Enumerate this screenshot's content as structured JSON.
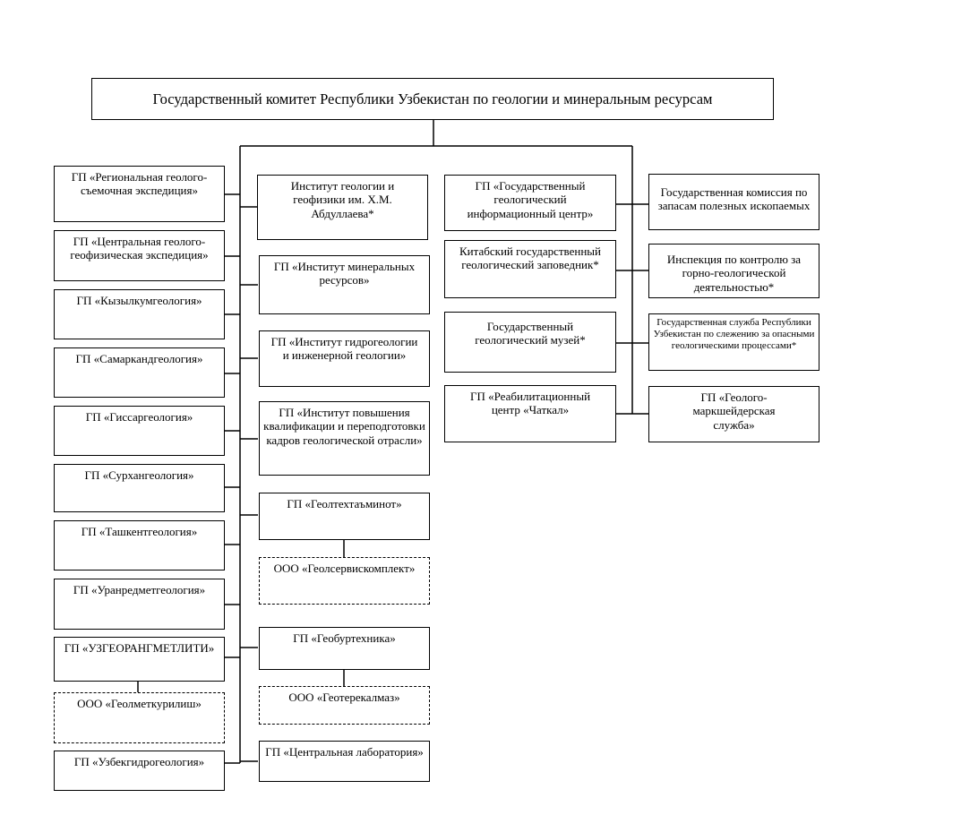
{
  "root": "Государственный комитет Республики Узбекистан по геологии и минеральным ресурсам",
  "col1": [
    "ГП «Региональная геолого-съемочная экспедиция»",
    "ГП «Центральная геолого-геофизическая экспедиция»",
    "ГП «Кызылкумгеология»",
    "ГП «Самаркандгеология»",
    "ГП «Гиссаргеология»",
    "ГП «Сурхангеология»",
    "ГП «Ташкентгеология»",
    "ГП «Уранредметгеология»",
    "ГП «УЗГЕОРАНГМЕТЛИТИ»",
    "ООО «Геолметкурилиш»",
    "ГП «Узбекгидрогеология»"
  ],
  "col2": [
    "Институт геологии и геофизики им. Х.М. Абдуллаева*",
    "ГП «Институт минеральных ресурсов»",
    "ГП «Институт гидрогеологии и инженерной геологии»",
    "ГП «Институт повышения квалификации и переподготовки кадров геологической отрасли»",
    "ГП «Геолтехтаъминот»",
    "ООО «Геолсервискомплект»",
    "ГП «Геобуртехника»",
    "ООО «Геотерекалмаз»",
    "ГП «Центральная лаборатория»"
  ],
  "col3": [
    "ГП «Государственный геологический информационный центр»",
    "Китабский государственный геологический заповедник*",
    "Государственный геологический музей*",
    "ГП «Реабилитационный центр «Чаткал»"
  ],
  "col4": [
    "Государственная комиссия по запасам полезных ископаемых",
    "Инспекция по контролю за горно-геологической деятельностью*",
    "Государственная служба Республики Узбекистан по слежению за опасными геологическими процессами*",
    "ГП «Геолого-маркшейдерская служба»"
  ]
}
